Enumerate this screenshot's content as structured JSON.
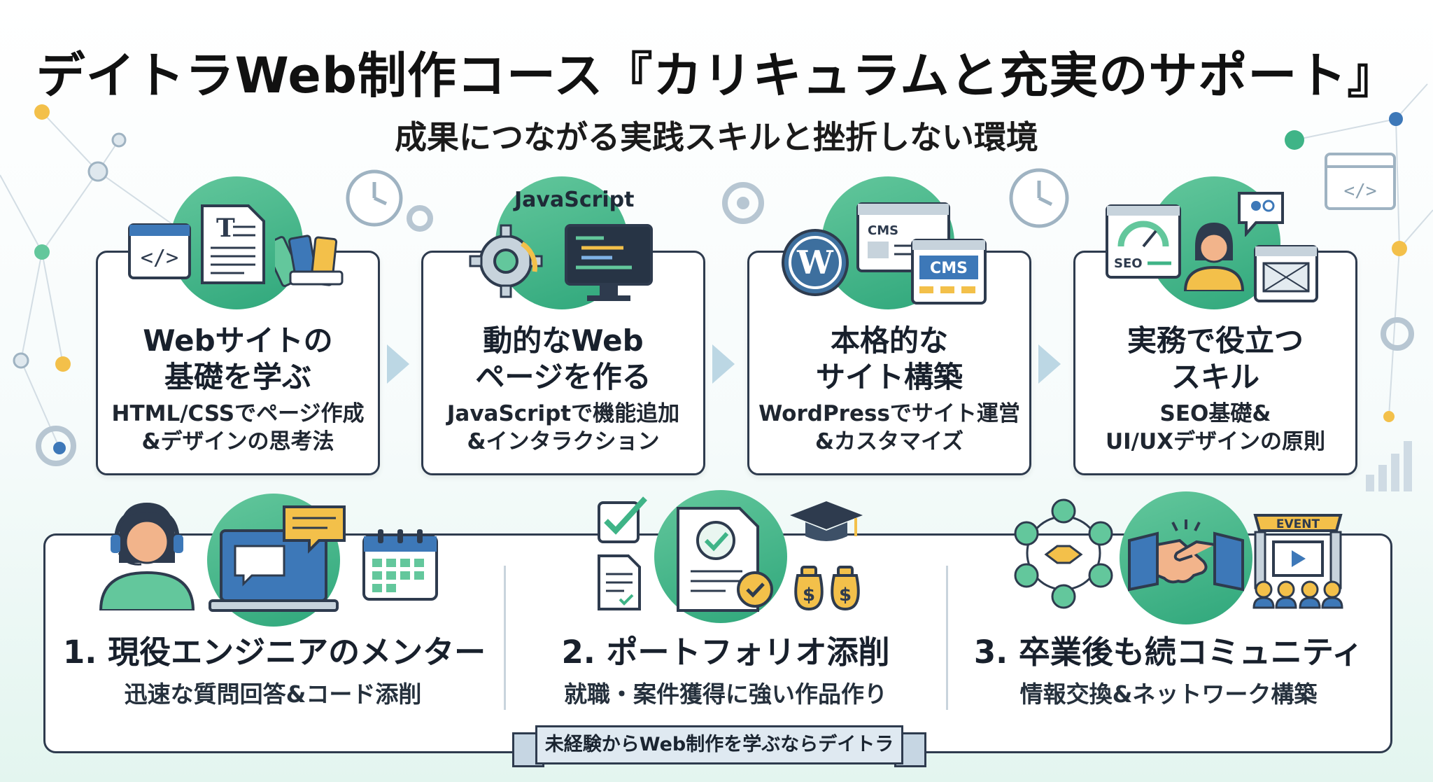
{
  "header": {
    "title": "デイトラWeb制作コース『カリキュラムと充実のサポート』",
    "subtitle": "成果につながる実践スキルと挫折しない環境"
  },
  "steps": [
    {
      "title_line1": "Webサイトの",
      "title_line2": "基礎を学ぶ",
      "desc_line1": "HTML/CSSでページ作成",
      "desc_line2": "&デザインの思考法",
      "icons": [
        "code-window-icon",
        "text-document-icon",
        "color-swatch-icon"
      ]
    },
    {
      "badge": "JavaScript",
      "title_line1": "動的なWeb",
      "title_line2": "ページを作る",
      "desc_line1": "JavaScriptで機能追加",
      "desc_line2": "&インタラクション",
      "icons": [
        "gear-icon",
        "monitor-code-icon"
      ]
    },
    {
      "cms_label": "CMS",
      "title_line1": "本格的な",
      "title_line2": "サイト構築",
      "desc_line1": "WordPressでサイト運営",
      "desc_line2": "&カスタマイズ",
      "icons": [
        "wordpress-icon",
        "cms-window-icon"
      ]
    },
    {
      "seo_label": "SEO",
      "title_line1": "実務で役立つ",
      "title_line2": "スキル",
      "desc_line1": "SEO基礎&",
      "desc_line2": "UI/UXデザインの原則",
      "icons": [
        "seo-gauge-icon",
        "person-icon",
        "wireframe-icon",
        "chat-bubble-icon"
      ]
    }
  ],
  "supports": [
    {
      "title": "1. 現役エンジニアのメンター",
      "desc": "迅速な質問回答&コード添削",
      "icons": [
        "headset-mentor-icon",
        "laptop-chat-icon",
        "calendar-icon"
      ]
    },
    {
      "title": "2. ポートフォリオ添削",
      "desc": "就職・案件獲得に強い作品作り",
      "icons": [
        "checklist-icon",
        "document-check-icon",
        "graduation-cap-icon",
        "money-bag-icon"
      ]
    },
    {
      "title": "3. 卒業後も続コミュニティ",
      "desc": "情報交換&ネットワーク構築",
      "event_label": "EVENT",
      "icons": [
        "network-people-icon",
        "handshake-icon",
        "event-stage-icon"
      ]
    }
  ],
  "ribbon": {
    "text": "未経験からWeb制作を学ぶならデイトラ"
  },
  "colors": {
    "accent_green": "#3fb487",
    "dark_outline": "#2e3b4e",
    "blue": "#3d78b8",
    "yellow": "#f3c04a",
    "arrow": "#bcd7e4"
  }
}
